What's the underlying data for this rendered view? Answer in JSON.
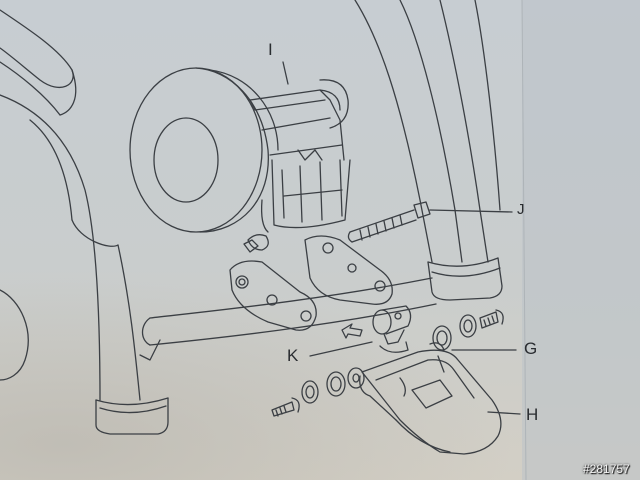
{
  "callouts": {
    "i": "I",
    "j": "J",
    "k": "K",
    "g": "G",
    "h": "H"
  },
  "watermark": "#281757",
  "colors": {
    "line": "#3b3f44",
    "paper_top": "#c8ced3",
    "paper_bottom": "#d3cfc4"
  }
}
